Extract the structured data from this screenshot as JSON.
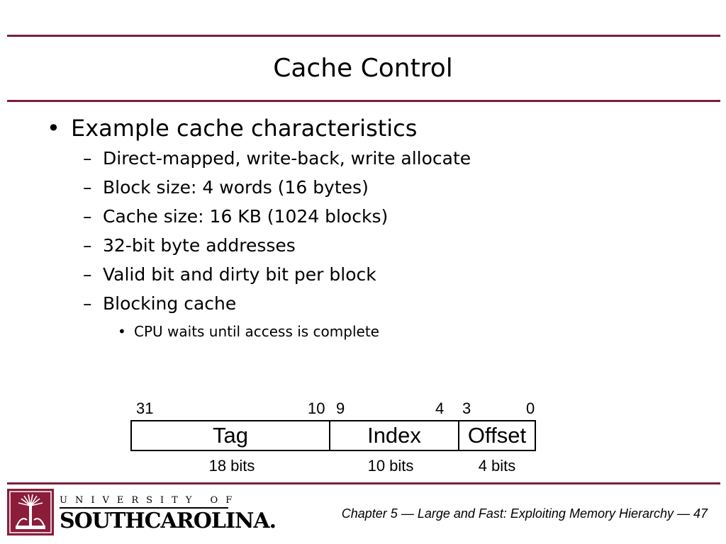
{
  "slide": {
    "title": "Cache Control",
    "bullet": {
      "marker": "•",
      "text": "Example cache characteristics"
    },
    "sub_marker": "–",
    "sub_items": [
      "Direct-mapped, write-back, write allocate",
      "Block size: 4 words (16 bytes)",
      "Cache size: 16 KB (1024 blocks)",
      "32-bit byte addresses",
      "Valid bit and dirty bit per block",
      "Blocking cache"
    ],
    "subsub": {
      "marker": "•",
      "text": "CPU waits until access is complete"
    }
  },
  "address_diagram": {
    "bit_numbers": [
      "31",
      "10",
      "9",
      "4",
      "3",
      "0"
    ],
    "fields": [
      {
        "name": "Tag",
        "width_label": "18 bits"
      },
      {
        "name": "Index",
        "width_label": "10 bits"
      },
      {
        "name": "Offset",
        "width_label": "4 bits"
      }
    ]
  },
  "branding": {
    "university_line": "UNIVERSITY OF",
    "name_line": "SOUTHCAROLINA.",
    "logo_color": "#8b1d3b",
    "rule_color": "#7a1f3d"
  },
  "footer": {
    "text": "Chapter 5 — Large and Fast: Exploiting Memory Hierarchy — 47"
  }
}
